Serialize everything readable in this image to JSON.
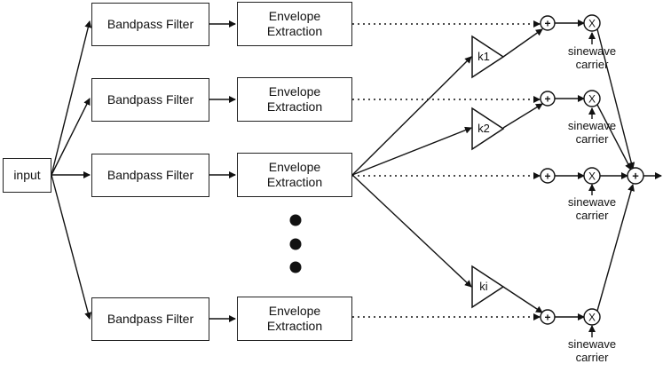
{
  "input": "input",
  "channels": [
    {
      "filter": "Bandpass Filter",
      "env1": "Envelope",
      "env2": "Extraction"
    },
    {
      "filter": "Bandpass Filter",
      "env1": "Envelope",
      "env2": "Extraction"
    },
    {
      "filter": "Bandpass Filter",
      "env1": "Envelope",
      "env2": "Extraction"
    },
    {
      "filter": "Bandpass Filter",
      "env1": "Envelope",
      "env2": "Extraction"
    }
  ],
  "gains": [
    "k1",
    "k2",
    "ki"
  ],
  "carrier": {
    "line1": "sinewave",
    "line2": "carrier"
  },
  "adder_symbol": "+",
  "multiplier_symbol": "X"
}
